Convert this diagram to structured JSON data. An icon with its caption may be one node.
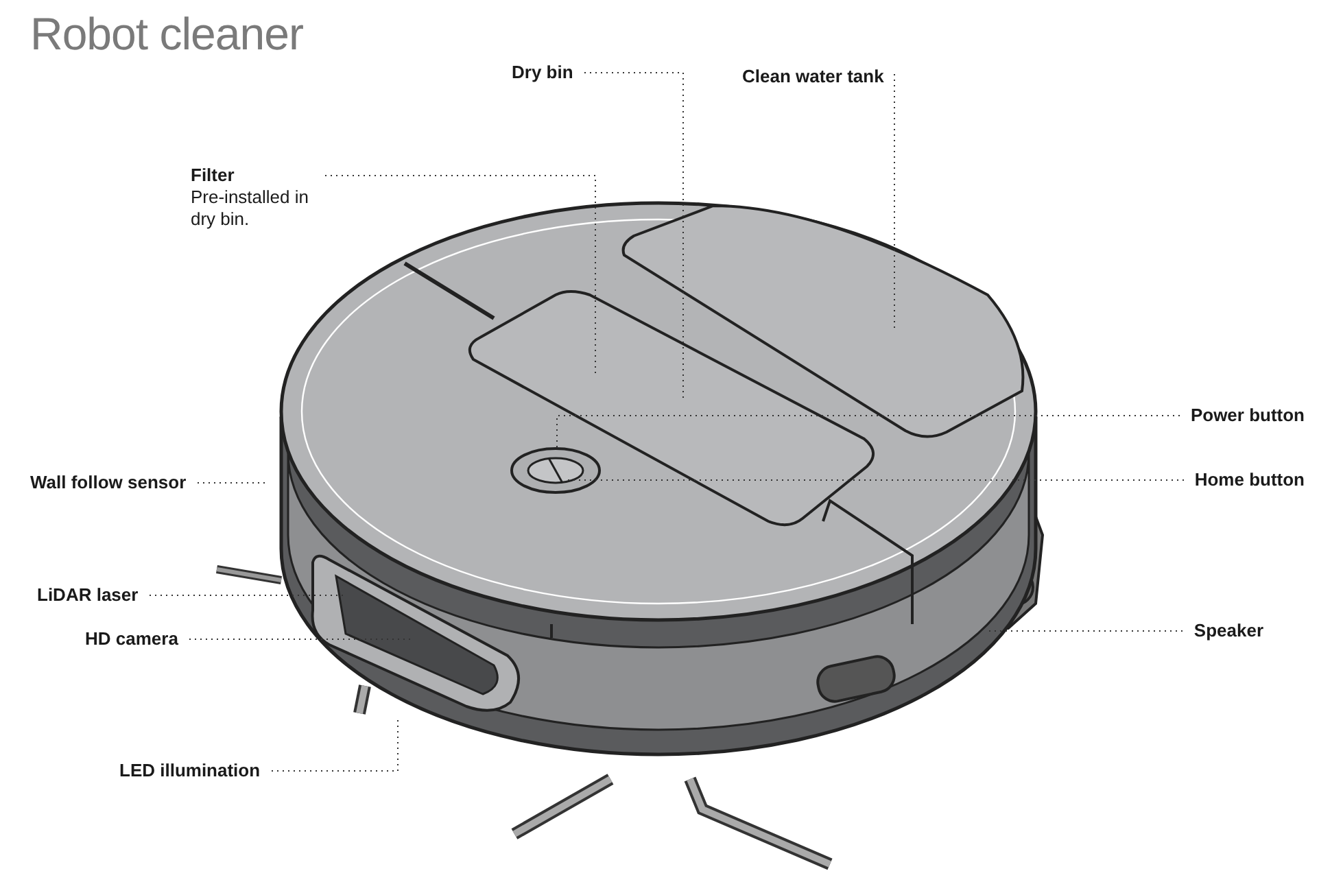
{
  "diagram": {
    "title": "Robot cleaner",
    "nodes": [
      {
        "text": [
          "Dry bin"
        ]
      },
      {
        "text": [
          "Clean water tank"
        ]
      },
      {
        "text": [
          "Filter",
          "Pre-installed in dry bin."
        ]
      },
      {
        "text": [
          "Wall follow sensor"
        ]
      },
      {
        "text": [
          "LiDAR laser"
        ]
      },
      {
        "text": [
          "HD camera"
        ]
      },
      {
        "text": [
          "LED illumination"
        ]
      },
      {
        "text": [
          "Power button"
        ]
      },
      {
        "text": [
          "Home button"
        ]
      },
      {
        "text": [
          "Speaker"
        ]
      }
    ],
    "edges": [
      {
        "from": 0,
        "to": null,
        "arrow": "none"
      },
      {
        "from": 1,
        "to": null,
        "arrow": "none"
      },
      {
        "from": 2,
        "to": null,
        "arrow": "none"
      },
      {
        "from": 3,
        "to": null,
        "arrow": "none"
      },
      {
        "from": 4,
        "to": null,
        "arrow": "none"
      },
      {
        "from": 5,
        "to": null,
        "arrow": "none"
      },
      {
        "from": 6,
        "to": null,
        "arrow": "none"
      },
      {
        "from": 7,
        "to": null,
        "arrow": "none"
      },
      {
        "from": 8,
        "to": null,
        "arrow": "none"
      },
      {
        "from": 9,
        "to": null,
        "arrow": "none"
      }
    ]
  }
}
